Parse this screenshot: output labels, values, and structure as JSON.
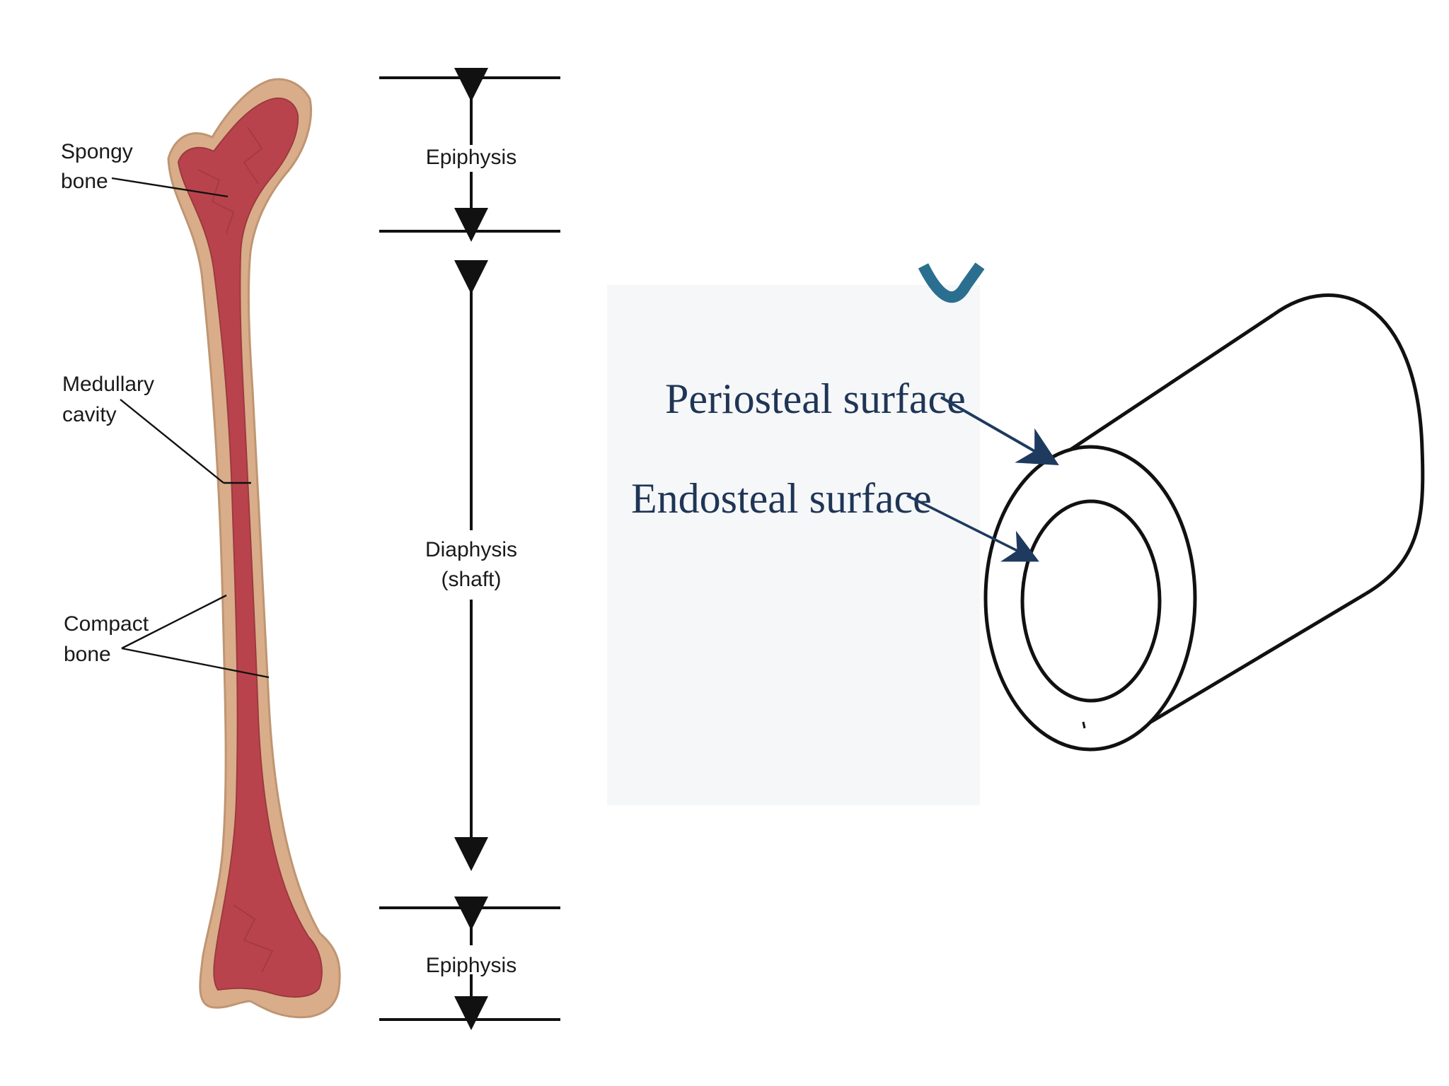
{
  "femur": {
    "labels": {
      "spongy_bone_1": "Spongy",
      "spongy_bone_2": "bone",
      "medullary_cavity_1": "Medullary",
      "medullary_cavity_2": "cavity",
      "compact_bone_1": "Compact",
      "compact_bone_2": "bone"
    },
    "regions": {
      "proximal_epiphysis": "Epiphysis",
      "diaphysis_1": "Diaphysis",
      "diaphysis_2": "(shaft)",
      "distal_epiphysis": "Epiphysis"
    }
  },
  "cylinder": {
    "periosteal": "Periosteal surface",
    "endosteal": "Endosteal surface"
  },
  "colors": {
    "bone_outer": "#d9ad8a",
    "bone_inner": "#b9434c",
    "label_text": "#1a1a1a",
    "serif_label": "#1f3556",
    "arrow_blue": "#1e3a5f",
    "partial_glyph": "#2a6f8f"
  }
}
